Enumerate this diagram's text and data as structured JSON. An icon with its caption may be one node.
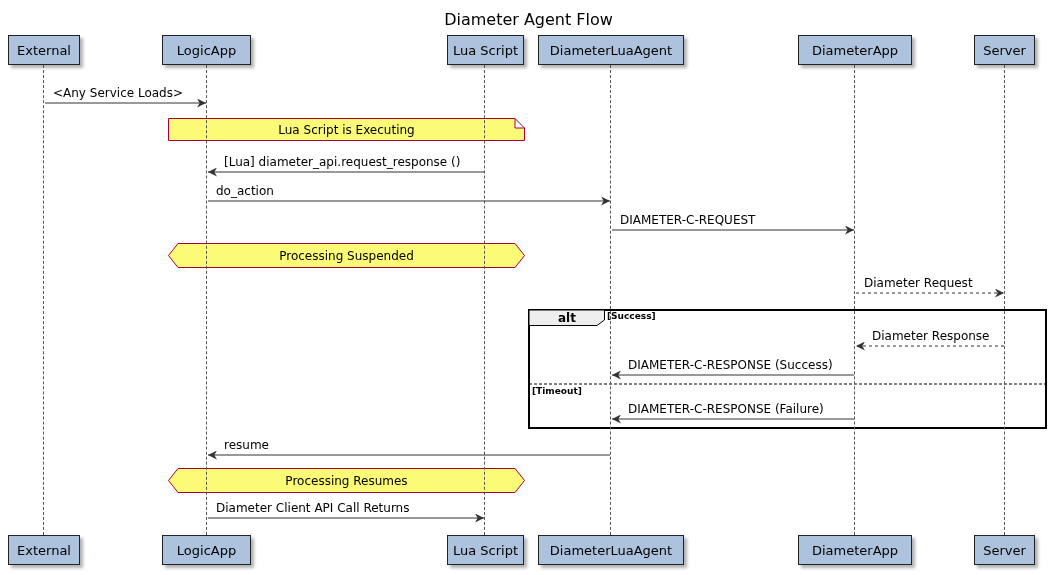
{
  "diagram": {
    "title": "Diameter Agent Flow",
    "nodes": [
      {
        "text": [
          "External"
        ]
      },
      {
        "text": [
          "LogicApp"
        ]
      },
      {
        "text": [
          "Lua Script"
        ]
      },
      {
        "text": [
          "DiameterLuaAgent"
        ]
      },
      {
        "text": [
          "DiameterApp"
        ]
      },
      {
        "text": [
          "Server"
        ]
      },
      {
        "text": [],
        "shape": "line"
      },
      {
        "text": [],
        "shape": "line"
      },
      {
        "text": [],
        "shape": "line"
      },
      {
        "text": [],
        "shape": "line"
      },
      {
        "text": [],
        "shape": "line"
      },
      {
        "text": [],
        "shape": "line"
      },
      {
        "text": [
          "Lua Script is Executing"
        ]
      },
      {
        "text": [
          "Processing Suspended"
        ]
      },
      {
        "text": [
          "alt"
        ]
      },
      {
        "text": [
          "Processing Resumes"
        ]
      },
      {
        "text": [
          "External"
        ]
      },
      {
        "text": [
          "LogicApp"
        ]
      },
      {
        "text": [
          "Lua Script"
        ]
      },
      {
        "text": [
          "DiameterLuaAgent"
        ]
      },
      {
        "text": [
          "DiameterApp"
        ]
      },
      {
        "text": [
          "Server"
        ]
      }
    ],
    "edges": [
      {
        "from": 6,
        "to": 7,
        "arrow": "to",
        "label": "<Any Service Loads>"
      },
      {
        "from": 8,
        "to": 7,
        "arrow": "to",
        "label": "[Lua] diameter_api.request_response ()"
      },
      {
        "from": 7,
        "to": 9,
        "arrow": "to",
        "label": "do_action"
      },
      {
        "from": 9,
        "to": 10,
        "arrow": "to",
        "label": "DIAMETER-C-REQUEST"
      },
      {
        "from": 10,
        "to": 11,
        "arrow": "to",
        "label": "Diameter Request",
        "style": "dashed"
      },
      {
        "from": 11,
        "to": 10,
        "arrow": "to",
        "label": "Diameter Response",
        "style": "dashed"
      },
      {
        "from": 10,
        "to": 9,
        "arrow": "to",
        "label": "DIAMETER-C-RESPONSE (Success)"
      },
      {
        "from": 10,
        "to": 9,
        "arrow": "to",
        "label": "DIAMETER-C-RESPONSE (Failure)"
      },
      {
        "from": 9,
        "to": 7,
        "arrow": "to",
        "label": "resume"
      },
      {
        "from": 7,
        "to": 8,
        "arrow": "to",
        "label": "Diameter Client API Call Returns"
      }
    ],
    "labels": [
      "[Success]",
      "[Timeout]"
    ]
  }
}
